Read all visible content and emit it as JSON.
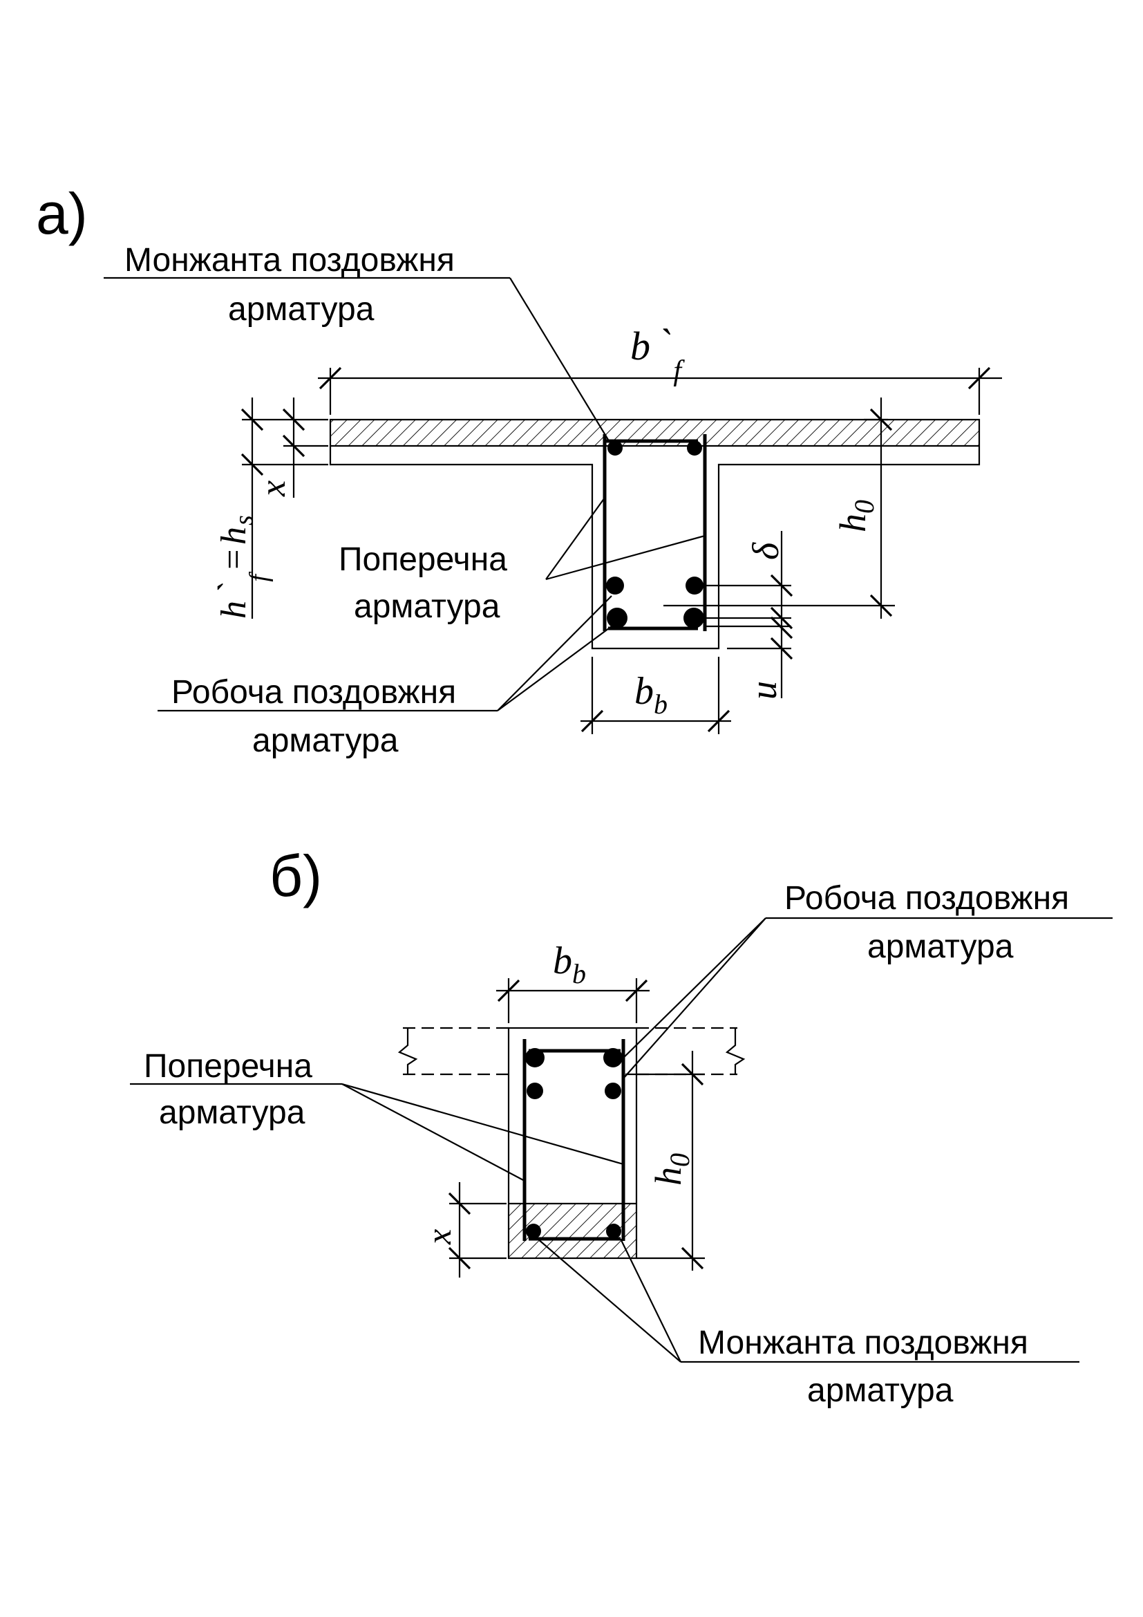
{
  "panel_a": {
    "tag": "а)",
    "callouts": {
      "top_bars": [
        "Монжанта поздовжня",
        "арматура"
      ],
      "stirrups": [
        "Поперечна",
        "арматура"
      ],
      "main_bars": [
        "Робоча поздовжня",
        "арматура"
      ]
    },
    "dims": {
      "flange_width": {
        "base": "b",
        "prime": "`",
        "sub": "f"
      },
      "web_width": {
        "base": "b",
        "sub": "b"
      },
      "effective_depth": {
        "base": "h",
        "sub": "0"
      },
      "compression_zone": "x",
      "flange_depth": {
        "base": "h",
        "prime": "`",
        "sub": "f",
        "eq": "=",
        "base2": "h",
        "sub2": "s"
      },
      "bar_spacing": "δ",
      "cover": "u"
    }
  },
  "panel_b": {
    "tag": "б)",
    "callouts": {
      "main_bars": [
        "Робоча поздовжня",
        "арматура"
      ],
      "stirrups": [
        "Поперечна",
        "арматура"
      ],
      "top_bars": [
        "Монжанта поздовжня",
        "арматура"
      ]
    },
    "dims": {
      "web_width": {
        "base": "b",
        "sub": "b"
      },
      "effective_depth": {
        "base": "h",
        "sub": "0"
      },
      "compression_zone": "x"
    }
  }
}
